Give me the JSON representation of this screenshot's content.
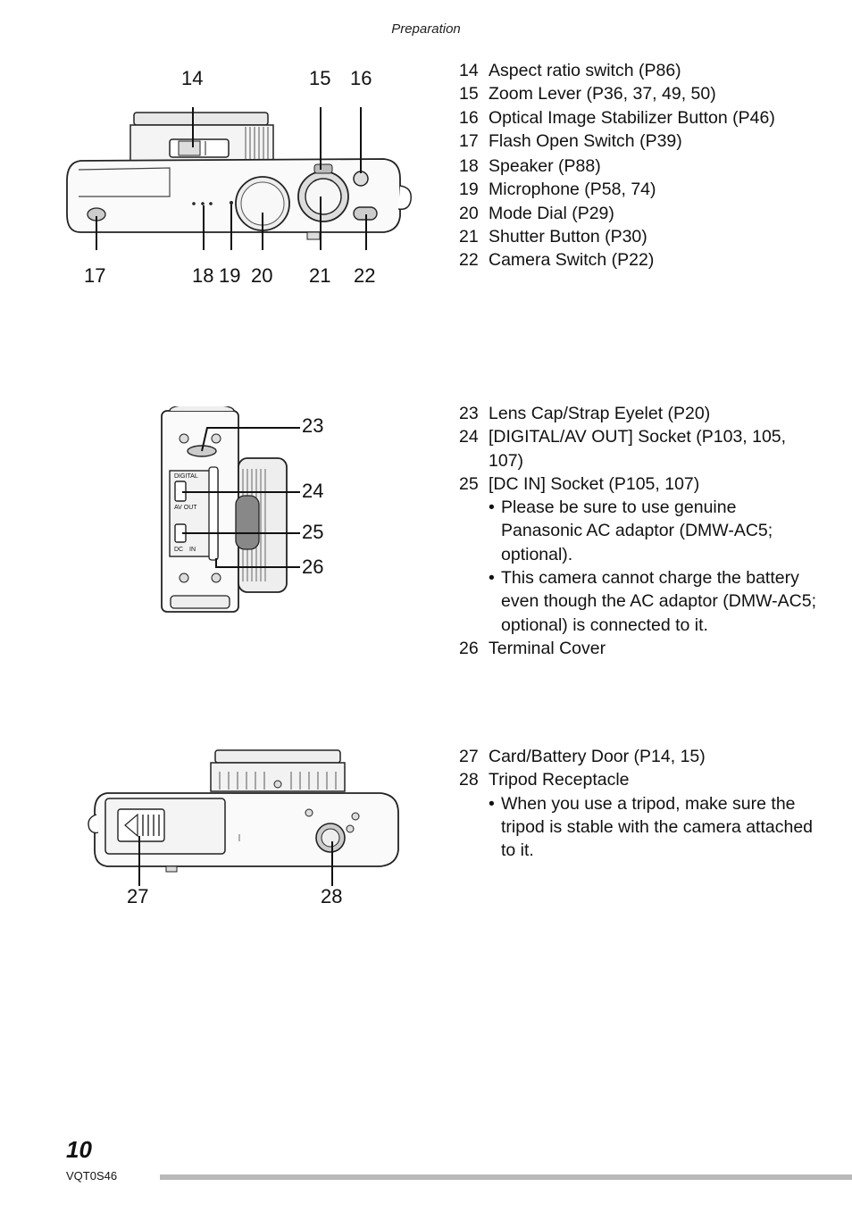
{
  "header": {
    "section": "Preparation"
  },
  "figures": {
    "top": {
      "labels_top": [
        "14",
        "15",
        "16"
      ],
      "labels_bottom": [
        "17",
        "18",
        "19",
        "20",
        "21",
        "22"
      ]
    },
    "side": {
      "labels": [
        "23",
        "24",
        "25",
        "26"
      ],
      "port_labels": [
        "DIGITAL",
        "AV OUT",
        "DC",
        "IN"
      ]
    },
    "bottom": {
      "labels": [
        "27",
        "28"
      ]
    }
  },
  "sections": [
    {
      "items": [
        {
          "num": "14",
          "text": "Aspect ratio switch (P86)"
        },
        {
          "num": "15",
          "text": "Zoom Lever (P36, 37, 49, 50)"
        },
        {
          "num": "16",
          "text": "Optical Image Stabilizer Button (P46)"
        },
        {
          "num": "17",
          "text": "Flash Open Switch (P39)"
        },
        {
          "num": "18",
          "text": "Speaker (P88)"
        },
        {
          "num": "19",
          "text": "Microphone (P58, 74)"
        },
        {
          "num": "20",
          "text": "Mode Dial (P29)"
        },
        {
          "num": "21",
          "text": "Shutter Button (P30)"
        },
        {
          "num": "22",
          "text": "Camera Switch (P22)"
        }
      ]
    },
    {
      "items": [
        {
          "num": "23",
          "text": "Lens Cap/Strap Eyelet (P20)"
        },
        {
          "num": "24",
          "text": "[DIGITAL/AV OUT] Socket (P103, 105, 107)"
        },
        {
          "num": "25",
          "text": "[DC IN] Socket (P105, 107)"
        },
        {
          "num": "26",
          "text": "Terminal Cover"
        }
      ],
      "bullets_after_25": [
        "Please be sure to use genuine Panasonic AC adaptor (DMW-AC5; optional).",
        "This camera cannot charge the battery even though the AC adaptor (DMW-AC5; optional) is connected to it."
      ]
    },
    {
      "items": [
        {
          "num": "27",
          "text": "Card/Battery Door (P14, 15)"
        },
        {
          "num": "28",
          "text": "Tripod Receptacle"
        }
      ],
      "bullets_after_28": [
        "When you use a tripod, make sure the tripod is stable with the camera attached to it."
      ]
    }
  ],
  "footer": {
    "page_number": "10",
    "model_code": "VQT0S46"
  },
  "colors": {
    "footer_bar": "#b9b9b9",
    "text": "#111111"
  }
}
